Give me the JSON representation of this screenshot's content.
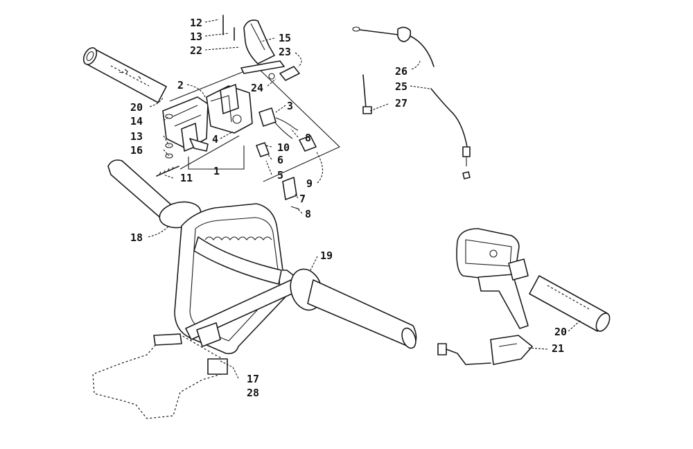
{
  "callouts": [
    {
      "id": "c12",
      "label": "12"
    },
    {
      "id": "c13a",
      "label": "13"
    },
    {
      "id": "c22",
      "label": "22"
    },
    {
      "id": "c15",
      "label": "15"
    },
    {
      "id": "c23",
      "label": "23"
    },
    {
      "id": "c24",
      "label": "24"
    },
    {
      "id": "c2",
      "label": "2"
    },
    {
      "id": "c20a",
      "label": "20"
    },
    {
      "id": "c14",
      "label": "14"
    },
    {
      "id": "c13b",
      "label": "13"
    },
    {
      "id": "c16",
      "label": "16"
    },
    {
      "id": "c11",
      "label": "11"
    },
    {
      "id": "c1",
      "label": "1"
    },
    {
      "id": "c4",
      "label": "4"
    },
    {
      "id": "c3",
      "label": "3"
    },
    {
      "id": "c8a",
      "label": "8"
    },
    {
      "id": "c10",
      "label": "10"
    },
    {
      "id": "c6",
      "label": "6"
    },
    {
      "id": "c5",
      "label": "5"
    },
    {
      "id": "c9",
      "label": "9"
    },
    {
      "id": "c7",
      "label": "7"
    },
    {
      "id": "c8b",
      "label": "8"
    },
    {
      "id": "c26",
      "label": "26"
    },
    {
      "id": "c25",
      "label": "25"
    },
    {
      "id": "c27",
      "label": "27"
    },
    {
      "id": "c18",
      "label": "18"
    },
    {
      "id": "c19",
      "label": "19"
    },
    {
      "id": "c20b",
      "label": "20"
    },
    {
      "id": "c21",
      "label": "21"
    },
    {
      "id": "c17",
      "label": "17"
    },
    {
      "id": "c28",
      "label": "28"
    }
  ]
}
